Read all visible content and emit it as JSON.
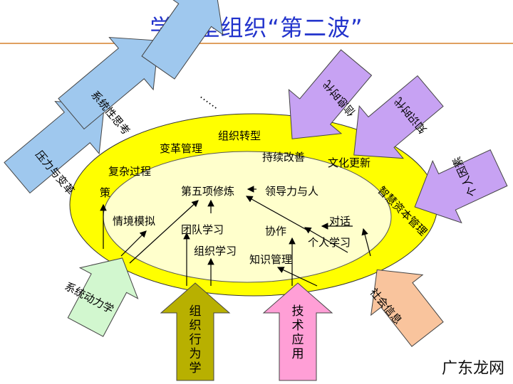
{
  "title": "学习型组织“第二波”",
  "arrows": {
    "pressure_change": "压力与变革",
    "ellipsis": "……",
    "systemic_thinking": "系统性思考",
    "information_tech": "信息时代",
    "knowledge_era": "知识时代",
    "individual_factor": "个人因素",
    "system_dynamics": "系统动力学",
    "org_behavior": "组织行为学",
    "tech_application": "技术应用",
    "society_info": "社会信息"
  },
  "outer_ring": {
    "strategy_partial": "策",
    "complex_process": "复杂过程",
    "change_mgmt": "变革管理",
    "org_transformation": "组织转型",
    "continuous_improvement": "持续改善",
    "culture_renewal": "文化更新",
    "intellectual_capital": "智慧资本管理"
  },
  "inner_ring": {
    "fifth_discipline": "第五项修炼",
    "leadership_people": "领导力与人",
    "scenario_simulation": "情境模拟",
    "team_learning": "团队学习",
    "collaboration": "协作",
    "dialogue": "对话",
    "org_learning": "组织学习",
    "knowledge_mgmt": "知识管理",
    "individual_learning": "个人学习"
  },
  "watermark": "广东龙网",
  "colors": {
    "title": "#2233cc",
    "ellipse_outer": "#ffff00",
    "ellipse_inner": "#ffffcc",
    "blue_arrow": "#9fc8ee",
    "purple_arrow": "#c7a2f3",
    "green_arrow": "#d2f7cf",
    "olive_arrow": "#b8b000",
    "pink_arrow": "#ff9fd6",
    "peach_arrow": "#f9c49d"
  }
}
